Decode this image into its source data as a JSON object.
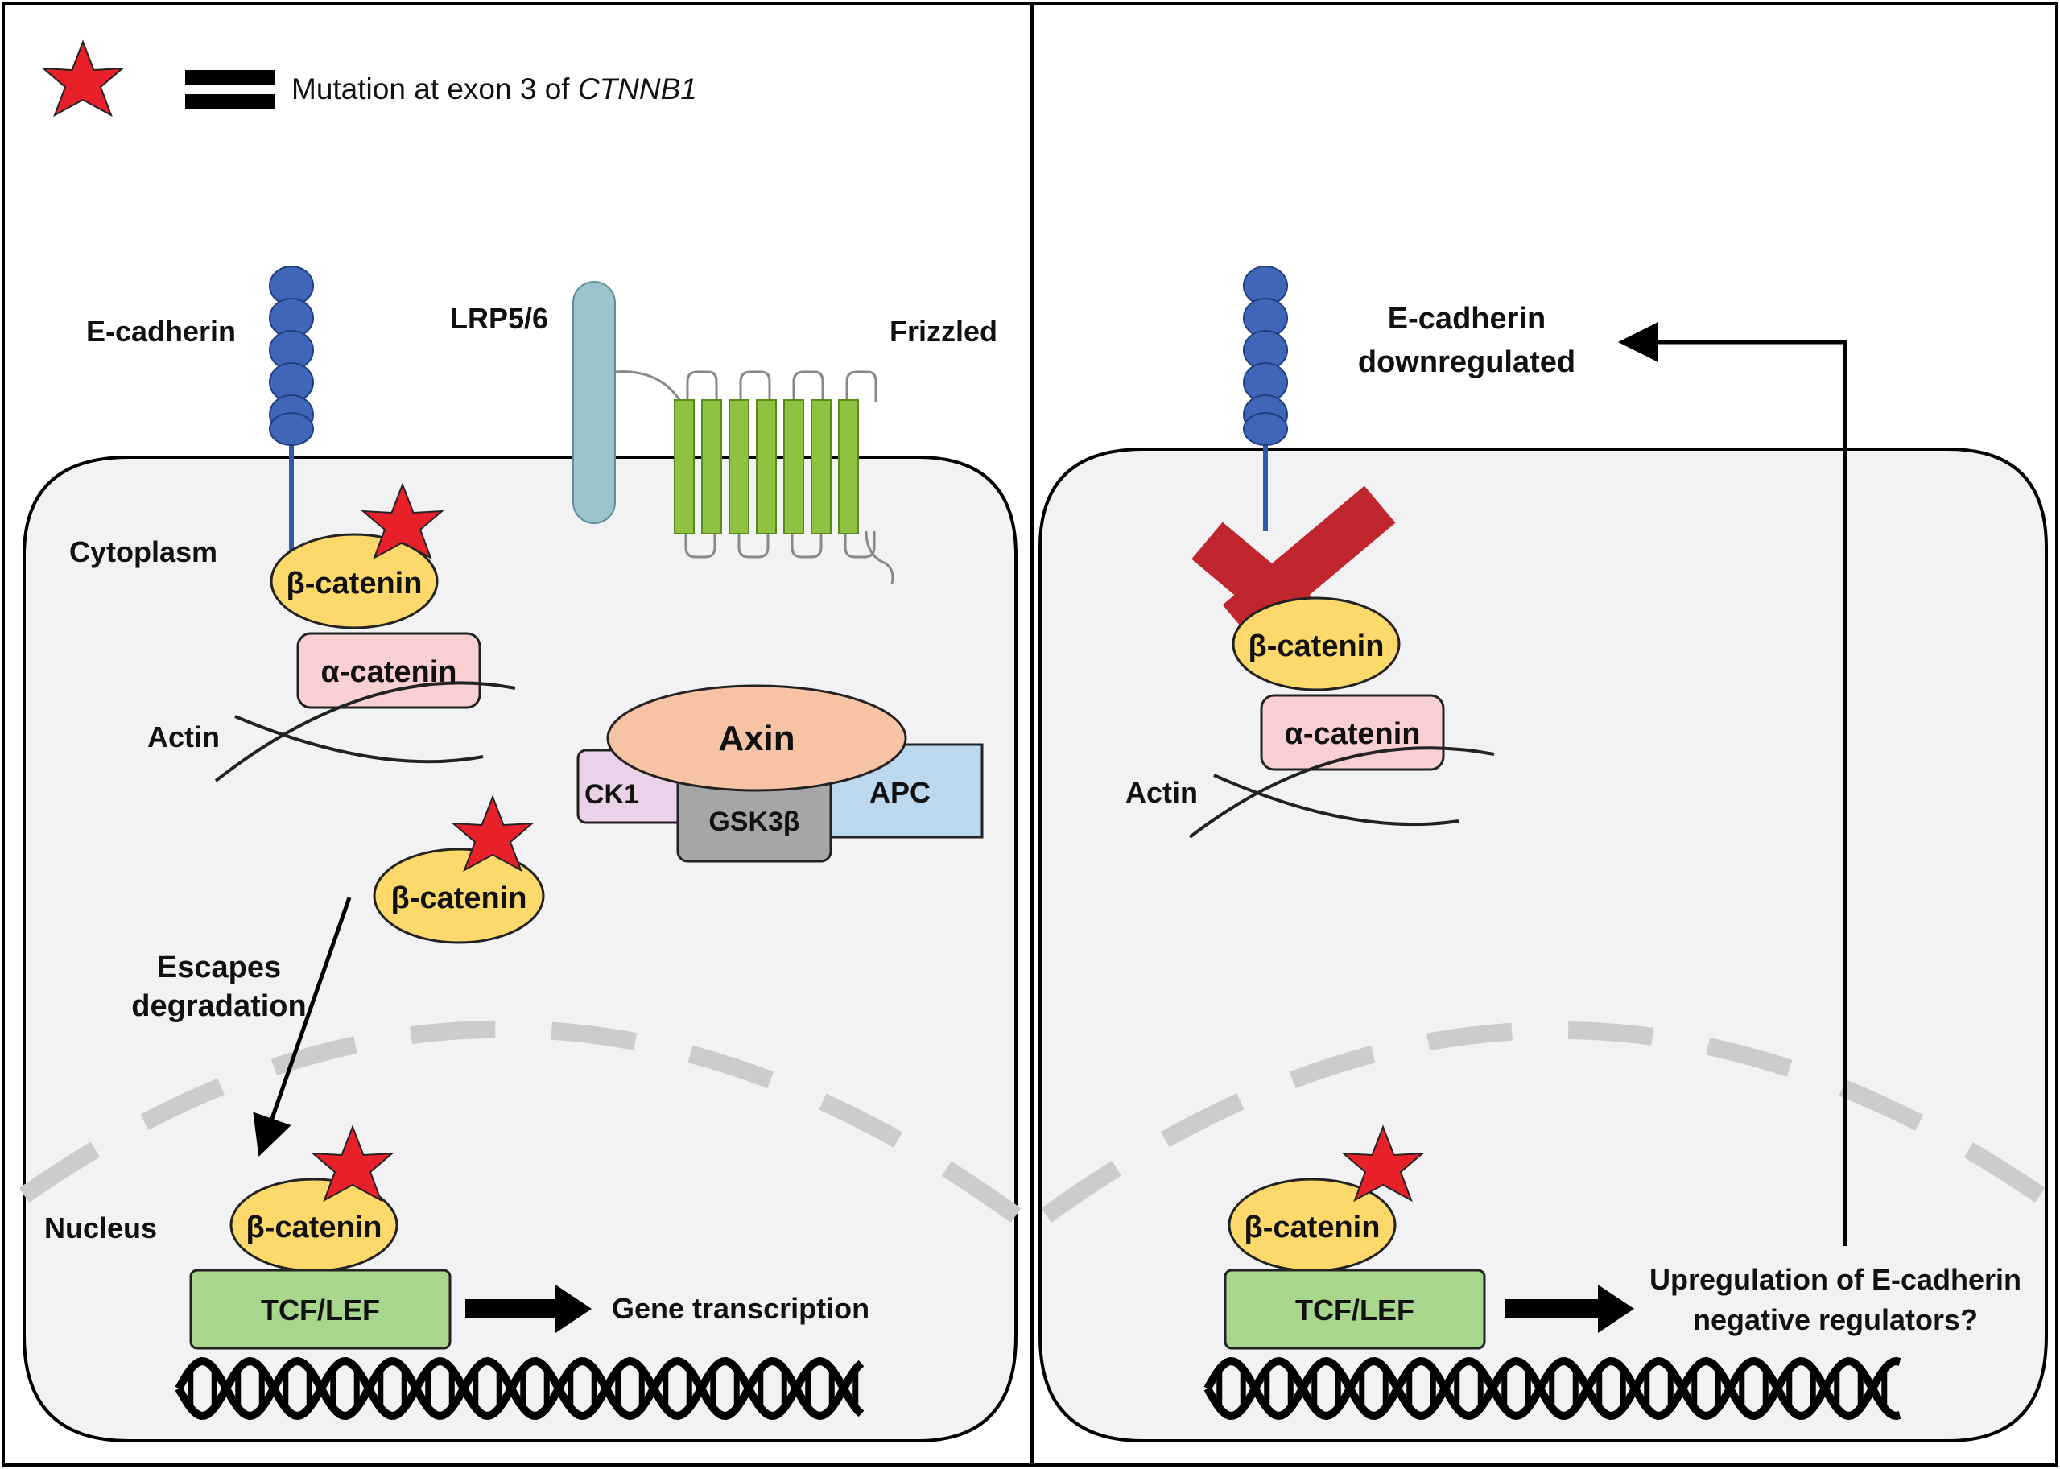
{
  "legend": {
    "text_prefix": "Mutation at exon 3 of ",
    "text_gene": "CTNNB1"
  },
  "left_panel": {
    "ecadherin": "E-cadherin",
    "lrp": "LRP5/6",
    "frizzled": "Frizzled",
    "cytoplasm": "Cytoplasm",
    "beta_membrane": "β-catenin",
    "alpha": "α-catenin",
    "actin": "Actin",
    "axin": "Axin",
    "ck1": "CK1",
    "gsk": "GSK3β",
    "apc": "APC",
    "beta_free": "β-catenin",
    "escapes_line1": "Escapes",
    "escapes_line2": "degradation",
    "nucleus": "Nucleus",
    "beta_nuclear": "β-catenin",
    "tcf": "TCF/LEF",
    "gene_transcription": "Gene transcription"
  },
  "right_panel": {
    "ecad_down_line1": "E-cadherin",
    "ecad_down_line2": "downregulated",
    "beta_membrane": "β-catenin",
    "alpha": "α-catenin",
    "actin": "Actin",
    "beta_nuclear": "β-catenin",
    "tcf": "TCF/LEF",
    "upreg_line1": "Upregulation of E-cadherin",
    "upreg_line2": "negative regulators?"
  },
  "colors": {
    "cell_fill": "#f2f2f4",
    "ecadherin_bead": "#3f66b8",
    "beta_catenin": "#fcd96a",
    "alpha_catenin": "#f9d0d2",
    "axin": "#f6c4a4",
    "ck1": "#ead3e8",
    "gsk": "#a6a6a6",
    "apc": "#bcd8ef",
    "lrp": "#9dc4cc",
    "frizzled": "#8fc240",
    "tcf_lef": "#a8d68c",
    "star": "#e8202a",
    "cross": "#c0262d",
    "nuclear_envelope": "#cccccc"
  },
  "icons": [
    "mutation-star-icon",
    "exon-bars-icon",
    "red-cross-icon",
    "dna-helix-icon"
  ]
}
